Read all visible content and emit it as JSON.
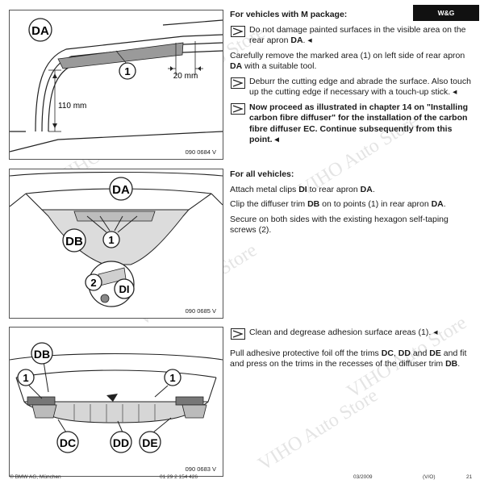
{
  "brand": "W&G",
  "figures": [
    {
      "number": "090 0684 V",
      "labels": {
        "da": "DA",
        "one": "1",
        "dim_width": "20 mm",
        "dim_height": "110 mm"
      }
    },
    {
      "number": "090 0685 V",
      "labels": {
        "da": "DA",
        "db": "DB",
        "one": "1",
        "two": "2",
        "di": "DI"
      }
    },
    {
      "number": "090 0683 V",
      "labels": {
        "db": "DB",
        "one_left": "1",
        "one_right": "1",
        "dc": "DC",
        "dd": "DD",
        "de": "DE"
      }
    }
  ],
  "section1": {
    "heading": "For vehicles with M package:",
    "note1": {
      "pre": "Do not damage painted surfaces in the visible area on the rear apron ",
      "b": "DA",
      "post": ". ◂"
    },
    "p1": {
      "pre": "Carefully remove the marked area (1) on left side of rear apron ",
      "b": "DA",
      "post": " with a suitable tool."
    },
    "note2": "Deburr the cutting edge and abrade the surface. Also touch up the cutting edge if necessary with a touch-up stick. ◂",
    "note3": "Now proceed as illustrated in chapter 14 on \"Installing carbon fibre diffuser\" for the installation of the carbon fibre diffuser EC. Continue subsequently from this point. ◂"
  },
  "section2": {
    "heading": "For all vehicles:",
    "p1": {
      "pre": "Attach metal clips ",
      "b1": "DI",
      "mid": " to rear apron ",
      "b2": "DA",
      "post": "."
    },
    "p2": {
      "pre": "Clip the diffuser trim ",
      "b1": "DB",
      "mid": " on to points (1) in rear apron ",
      "b2": "DA",
      "post": "."
    },
    "p3": "Secure on both sides with the existing hexagon self-taping screws (2)."
  },
  "section3": {
    "note1": "Clean and degrease adhesion surface areas (1). ◂",
    "p1": {
      "pre": "Pull adhesive protective foil off the trims ",
      "b1": "DC",
      "s1": ", ",
      "b2": "DD",
      "s2": " and ",
      "b3": "DE",
      "mid": " and fit and press on the trims in the recesses of the diffuser trim ",
      "b4": "DB",
      "post": "."
    }
  },
  "footer": {
    "copyright": "© BMW AG, München",
    "part_no": "01 29 2 154 426",
    "date": "03/2009",
    "version": "(V/O)",
    "page": "21"
  },
  "watermark": "VIHO Auto Store"
}
